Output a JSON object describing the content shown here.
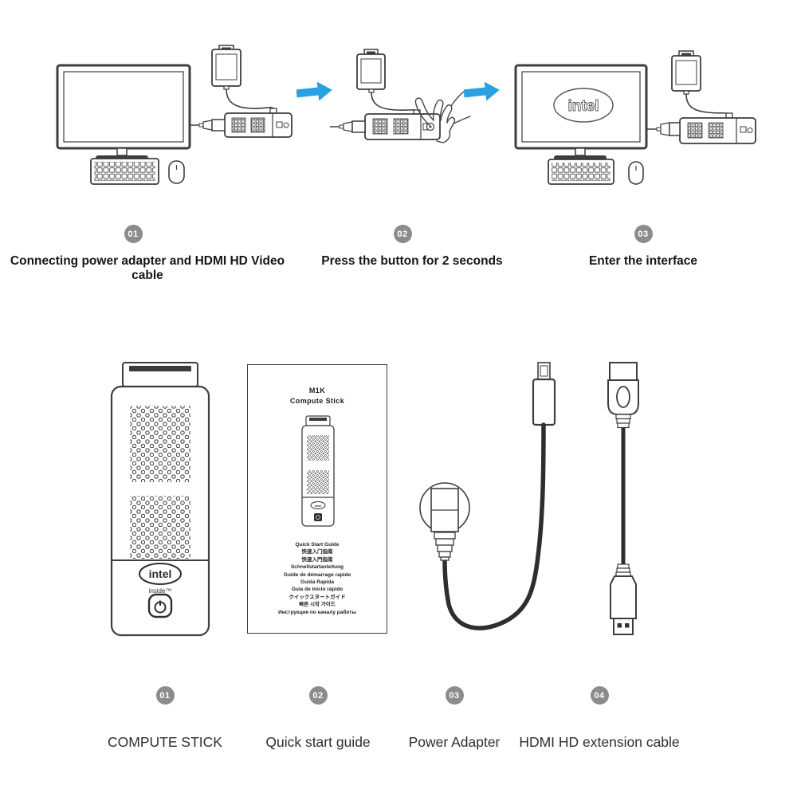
{
  "colors": {
    "line_art": "#3d3d3d",
    "arrow_blue": "#29a1e1",
    "badge_gray": "#8c8c8c",
    "badge_text": "#ffffff",
    "caption_text": "#161616",
    "label_text": "#2e2e2e"
  },
  "steps": [
    {
      "number": "01",
      "caption": "Connecting power adapter and HDMI HD Video cable"
    },
    {
      "number": "02",
      "caption": "Press the button for 2 seconds"
    },
    {
      "number": "03",
      "caption": "Enter the interface"
    }
  ],
  "branding": {
    "intel": "intel",
    "inside": "inside™"
  },
  "booklet": {
    "model": "M1K",
    "product": "Compute Stick",
    "languages": [
      "Quick Start Guide",
      "快速入门指南",
      "快速入門指南",
      "Schnellstartanleitung",
      "Guide de démarrage rapide",
      "Guida Rapida",
      "Guía de inicio rápido",
      "クイックスタートガイド",
      "빠른 시작 가이드",
      "Инструкция по началу работы"
    ]
  },
  "package": [
    {
      "number": "01",
      "label": "COMPUTE STICK"
    },
    {
      "number": "02",
      "label": "Quick start guide"
    },
    {
      "number": "03",
      "label": "Power Adapter"
    },
    {
      "number": "04",
      "label": "HDMI HD extension cable"
    }
  ]
}
